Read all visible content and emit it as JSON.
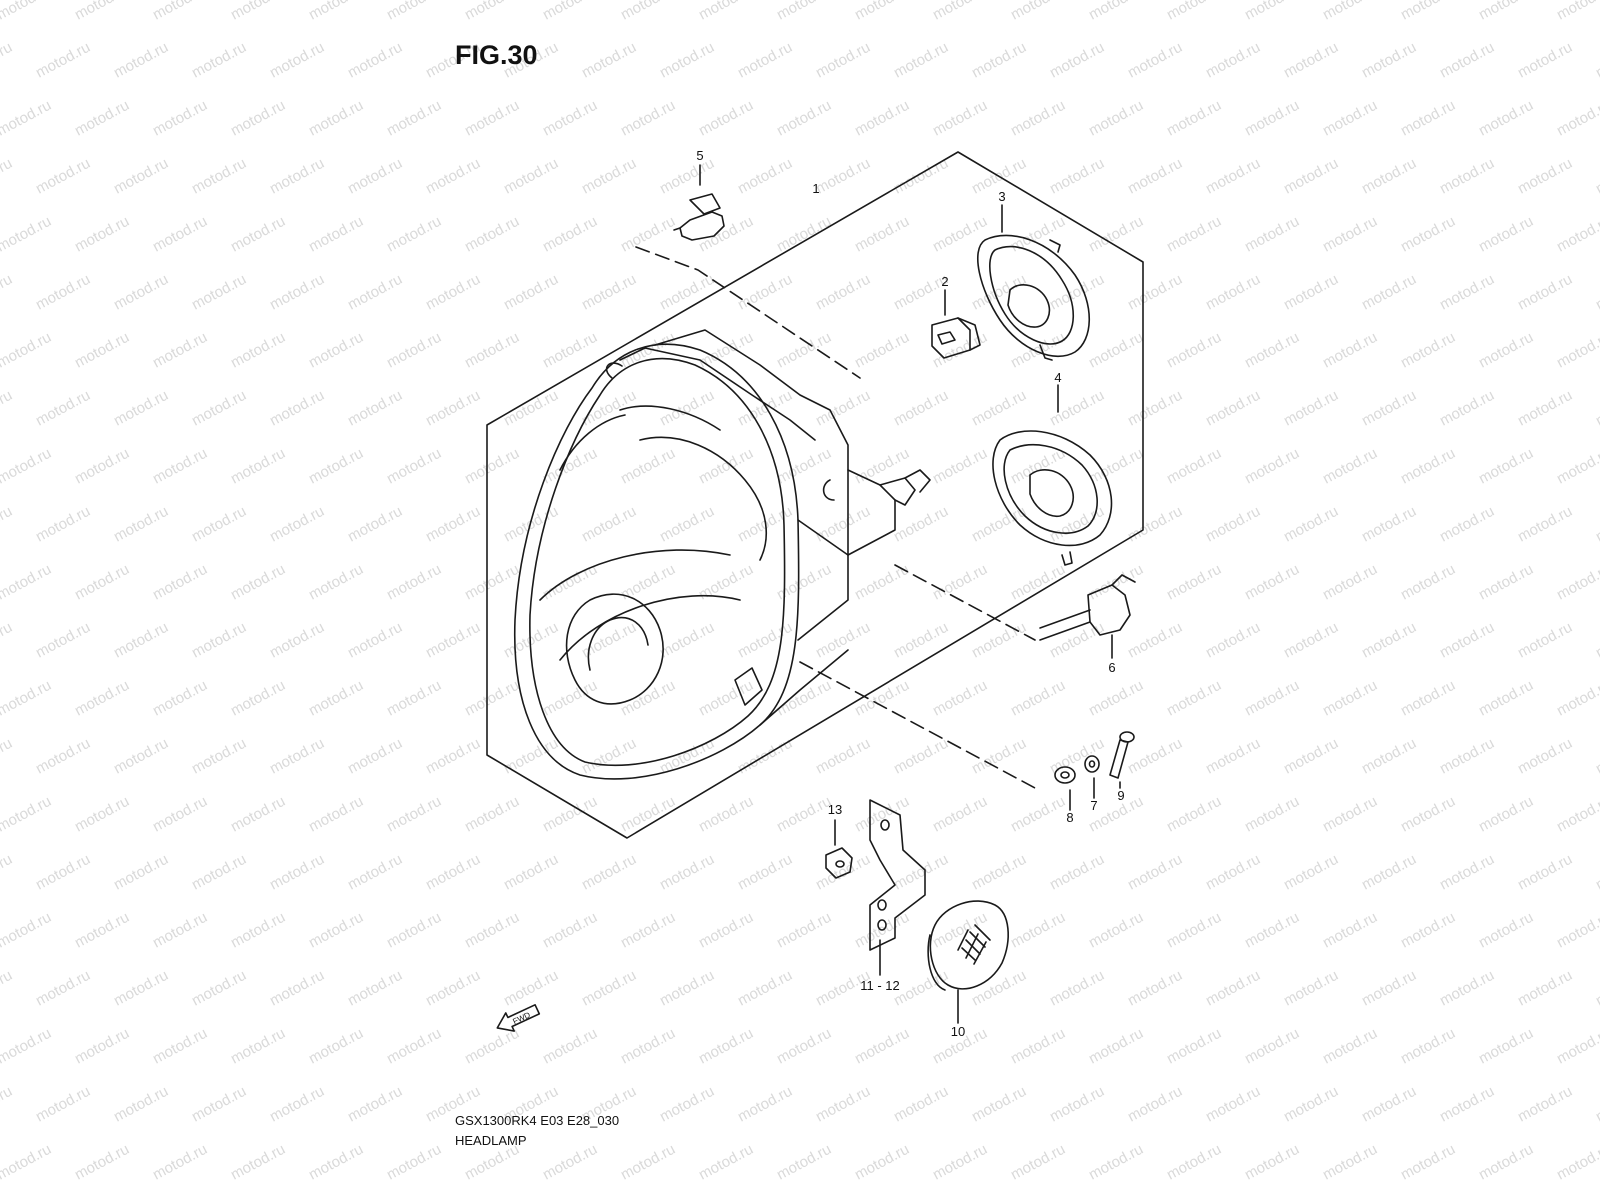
{
  "figure": {
    "title": "FIG.30",
    "model_code": "GSX1300RK4 E03 E28_030",
    "section_name": "HEADLAMP",
    "fwd_marker": "FWD"
  },
  "watermark": {
    "text": "motod.ru",
    "color": "#d9d9d9"
  },
  "callouts": [
    "1",
    "2",
    "3",
    "4",
    "5",
    "6",
    "7",
    "8",
    "9",
    "10",
    "11 - 12",
    "13"
  ],
  "colors": {
    "line": "#1a1a1a",
    "background": "#ffffff"
  }
}
